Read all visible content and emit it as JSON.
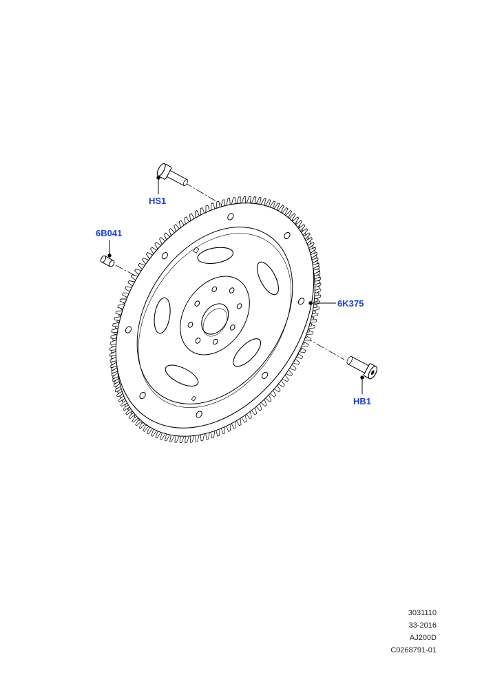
{
  "callouts": {
    "hs1": "HS1",
    "part_6b041": "6B041",
    "part_6k375": "6K375",
    "hb1": "HB1"
  },
  "footer": {
    "line1": "3031110",
    "line2": "33-2016",
    "line3": "AJ200D",
    "line4": "C0268791-01"
  },
  "colors": {
    "callout": "#1a3fd1",
    "line": "#000000"
  }
}
